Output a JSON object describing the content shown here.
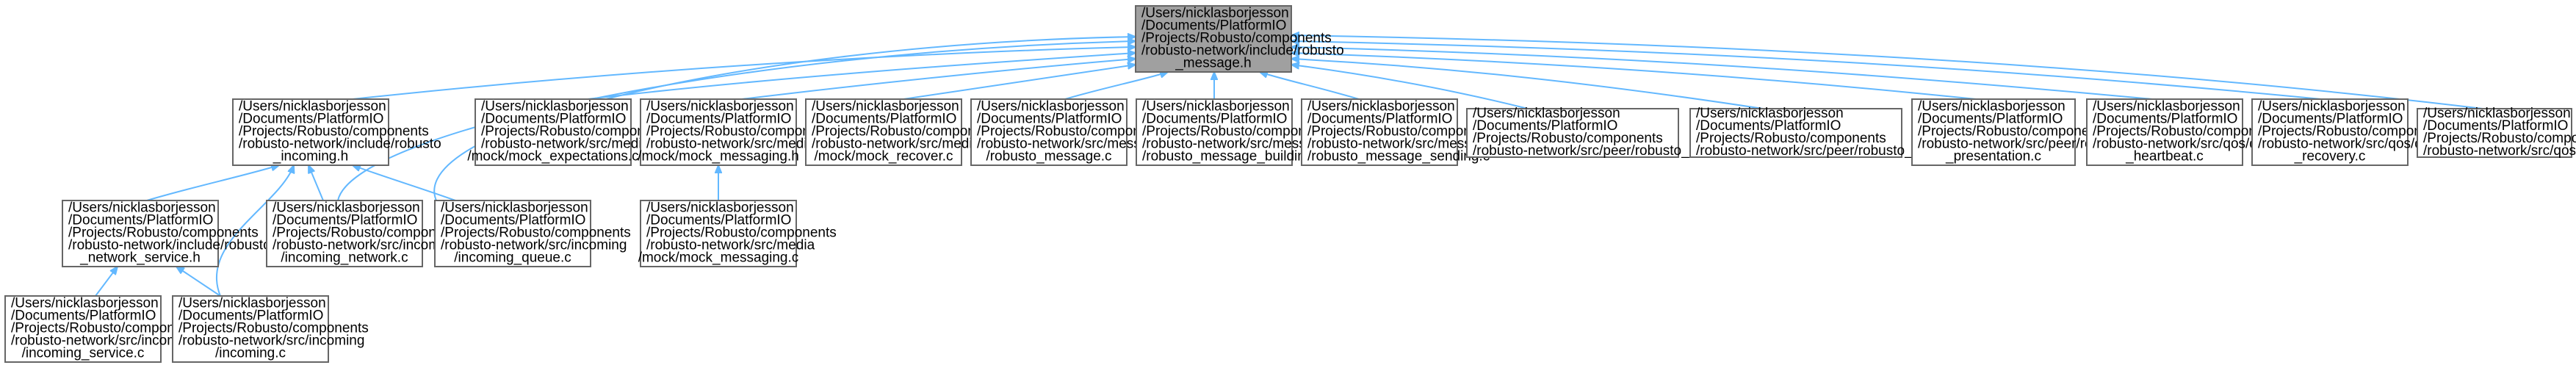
{
  "nodes": [
    {
      "id": "root",
      "lines": [
        "/Users/nicklasborjesson",
        "/Documents/PlatformIO",
        "/Projects/Robusto/components",
        "/robusto-network/include/robusto",
        "_message.h"
      ]
    },
    {
      "id": "incoming_h",
      "lines": [
        "/Users/nicklasborjesson",
        "/Documents/PlatformIO",
        "/Projects/Robusto/components",
        "/robusto-network/include/robusto",
        "_incoming.h"
      ]
    },
    {
      "id": "mock_expectations",
      "lines": [
        "/Users/nicklasborjesson",
        "/Documents/PlatformIO",
        "/Projects/Robusto/components",
        "/robusto-network/src/media",
        "/mock/mock_expectations.c"
      ]
    },
    {
      "id": "mock_messaging_h",
      "lines": [
        "/Users/nicklasborjesson",
        "/Documents/PlatformIO",
        "/Projects/Robusto/components",
        "/robusto-network/src/media",
        "/mock/mock_messaging.h"
      ]
    },
    {
      "id": "mock_recover",
      "lines": [
        "/Users/nicklasborjesson",
        "/Documents/PlatformIO",
        "/Projects/Robusto/components",
        "/robusto-network/src/media",
        "/mock/mock_recover.c"
      ]
    },
    {
      "id": "robusto_message_c",
      "lines": [
        "/Users/nicklasborjesson",
        "/Documents/PlatformIO",
        "/Projects/Robusto/components",
        "/robusto-network/src/message",
        "/robusto_message.c"
      ]
    },
    {
      "id": "message_building",
      "lines": [
        "/Users/nicklasborjesson",
        "/Documents/PlatformIO",
        "/Projects/Robusto/components",
        "/robusto-network/src/message",
        "/robusto_message_building.c"
      ]
    },
    {
      "id": "message_sending",
      "lines": [
        "/Users/nicklasborjesson",
        "/Documents/PlatformIO",
        "/Projects/Robusto/components",
        "/robusto-network/src/message",
        "/robusto_message_sending.c"
      ]
    },
    {
      "id": "robusto_peer",
      "lines": [
        "/Users/nicklasborjesson",
        "/Documents/PlatformIO",
        "/Projects/Robusto/components",
        "/robusto-network/src/peer/robusto_peer.c"
      ]
    },
    {
      "id": "robusto_peers",
      "lines": [
        "/Users/nicklasborjesson",
        "/Documents/PlatformIO",
        "/Projects/Robusto/components",
        "/robusto-network/src/peer/robusto_peers.c"
      ]
    },
    {
      "id": "robusto_presentation",
      "lines": [
        "/Users/nicklasborjesson",
        "/Documents/PlatformIO",
        "/Projects/Robusto/components",
        "/robusto-network/src/peer/robusto",
        "_presentation.c"
      ]
    },
    {
      "id": "qos_heartbeat",
      "lines": [
        "/Users/nicklasborjesson",
        "/Documents/PlatformIO",
        "/Projects/Robusto/components",
        "/robusto-network/src/qos/qos",
        "_heartbeat.c"
      ]
    },
    {
      "id": "qos_recovery",
      "lines": [
        "/Users/nicklasborjesson",
        "/Documents/PlatformIO",
        "/Projects/Robusto/components",
        "/robusto-network/src/qos/qos",
        "_recovery.c"
      ]
    },
    {
      "id": "qos_state",
      "lines": [
        "/Users/nicklasborjesson",
        "/Documents/PlatformIO",
        "/Projects/Robusto/components",
        "/robusto-network/src/qos/qos_state.c"
      ]
    },
    {
      "id": "network_service_h",
      "lines": [
        "/Users/nicklasborjesson",
        "/Documents/PlatformIO",
        "/Projects/Robusto/components",
        "/robusto-network/include/robusto",
        "_network_service.h"
      ]
    },
    {
      "id": "incoming_network",
      "lines": [
        "/Users/nicklasborjesson",
        "/Documents/PlatformIO",
        "/Projects/Robusto/components",
        "/robusto-network/src/incoming",
        "/incoming_network.c"
      ]
    },
    {
      "id": "incoming_queue",
      "lines": [
        "/Users/nicklasborjesson",
        "/Documents/PlatformIO",
        "/Projects/Robusto/components",
        "/robusto-network/src/incoming",
        "/incoming_queue.c"
      ]
    },
    {
      "id": "mock_messaging_c",
      "lines": [
        "/Users/nicklasborjesson",
        "/Documents/PlatformIO",
        "/Projects/Robusto/components",
        "/robusto-network/src/media",
        "/mock/mock_messaging.c"
      ]
    },
    {
      "id": "incoming_service",
      "lines": [
        "/Users/nicklasborjesson",
        "/Documents/PlatformIO",
        "/Projects/Robusto/components",
        "/robusto-network/src/incoming",
        "/incoming_service.c"
      ]
    },
    {
      "id": "incoming_c",
      "lines": [
        "/Users/nicklasborjesson",
        "/Documents/PlatformIO",
        "/Projects/Robusto/components",
        "/robusto-network/src/incoming",
        "/incoming.c"
      ]
    }
  ],
  "edges": [
    {
      "from": "incoming_h",
      "to": "root"
    },
    {
      "from": "mock_expectations",
      "to": "root"
    },
    {
      "from": "mock_messaging_h",
      "to": "root"
    },
    {
      "from": "mock_recover",
      "to": "root"
    },
    {
      "from": "robusto_message_c",
      "to": "root"
    },
    {
      "from": "message_building",
      "to": "root"
    },
    {
      "from": "message_sending",
      "to": "root"
    },
    {
      "from": "robusto_peer",
      "to": "root"
    },
    {
      "from": "robusto_peers",
      "to": "root"
    },
    {
      "from": "robusto_presentation",
      "to": "root"
    },
    {
      "from": "qos_heartbeat",
      "to": "root"
    },
    {
      "from": "qos_recovery",
      "to": "root"
    },
    {
      "from": "qos_state",
      "to": "root"
    },
    {
      "from": "incoming_network",
      "to": "root"
    },
    {
      "from": "incoming_queue",
      "to": "root"
    },
    {
      "from": "network_service_h",
      "to": "incoming_h"
    },
    {
      "from": "incoming_network",
      "to": "incoming_h"
    },
    {
      "from": "incoming_queue",
      "to": "incoming_h"
    },
    {
      "from": "incoming_c",
      "to": "incoming_h"
    },
    {
      "from": "mock_messaging_c",
      "to": "mock_messaging_h"
    },
    {
      "from": "incoming_service",
      "to": "network_service_h"
    },
    {
      "from": "incoming_c",
      "to": "network_service_h"
    }
  ],
  "colors": {
    "edge": "#63b8ff",
    "node_border": "#666666",
    "root_fill": "#a0a0a0",
    "node_fill": "#ffffff"
  }
}
